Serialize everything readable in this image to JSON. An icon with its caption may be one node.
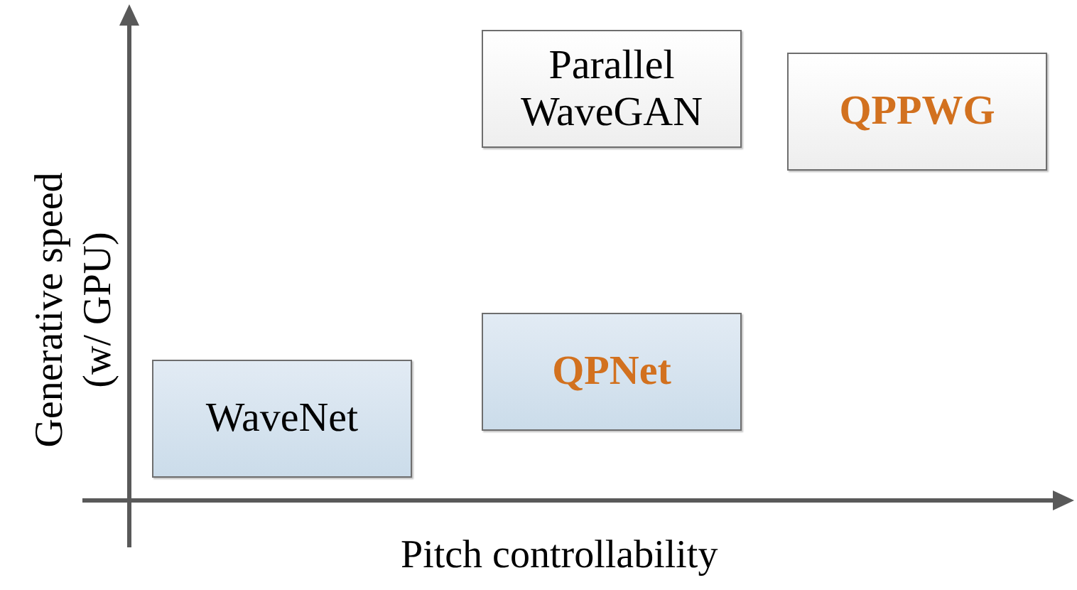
{
  "diagram": {
    "nodes": [
      {
        "text": [
          "Parallel WaveGAN"
        ]
      },
      {
        "text": [
          "QPPWG"
        ]
      },
      {
        "text": [
          "QPNet"
        ]
      },
      {
        "text": [
          "WaveNet"
        ]
      }
    ],
    "labels": [
      "Generative speed (w/ GPU)",
      "Pitch controllability"
    ]
  }
}
